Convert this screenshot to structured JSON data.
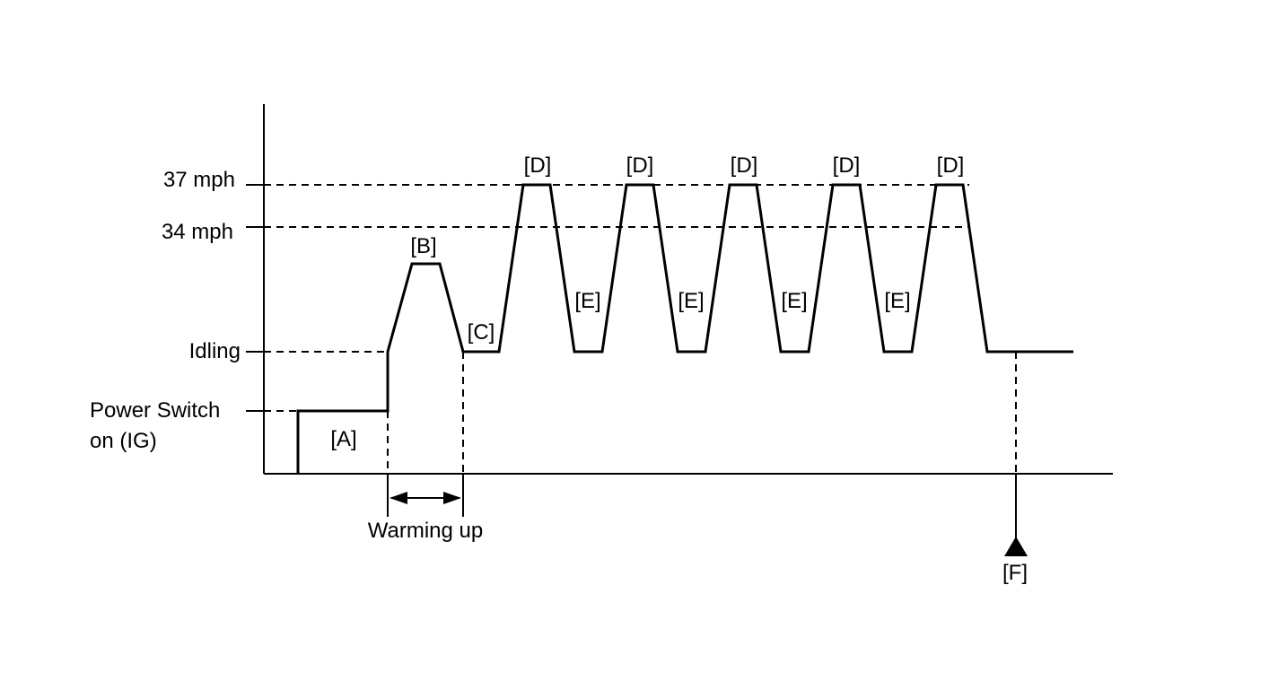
{
  "y_labels": {
    "speed_high": "37 mph",
    "speed_low": "34 mph",
    "idling": "Idling",
    "power_line1": "Power Switch",
    "power_line2": "on (IG)"
  },
  "phase_labels": {
    "A": "[A]",
    "B": "[B]",
    "C": "[C]",
    "D": "[D]",
    "E": "[E]",
    "F": "[F]"
  },
  "warming_up": "Warming up",
  "colors": {
    "line": "#000000",
    "background": "#ffffff"
  }
}
